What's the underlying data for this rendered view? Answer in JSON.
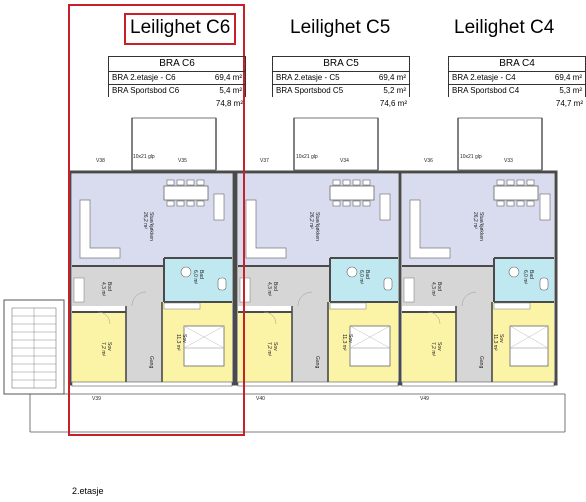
{
  "floor_label": "2.etasje",
  "units": [
    {
      "title": "Leilighet C6",
      "selected": true,
      "table": {
        "header": "BRA C6",
        "rows": [
          {
            "label": "BRA  2.etasje - C6",
            "value": "69,4 m²"
          },
          {
            "label": "BRA Sportsbod C6",
            "value": "5,4 m²"
          }
        ],
        "total": "74,8 m²"
      },
      "rooms": {
        "living": "Stue/kjøkken",
        "living_area": "26,2 m²",
        "bath": "Bad",
        "bath_area": "6,0 m²",
        "bed_main": "Sov",
        "bed_main_area": "11,3 m²",
        "bed_small": "Sov",
        "bed_small_area": "7,2 m²",
        "hall": "Gang",
        "entry": "Bod",
        "entry_area": "4,3 m²"
      },
      "windows": {
        "top_left": "V38",
        "top_right": "V35",
        "bottom": "V39",
        "door": "10x21 glp"
      }
    },
    {
      "title": "Leilighet C5",
      "selected": false,
      "table": {
        "header": "BRA C5",
        "rows": [
          {
            "label": "BRA  2.etasje - C5",
            "value": "69,4 m²"
          },
          {
            "label": "BRA Sportsbod C5",
            "value": "5,2 m²"
          }
        ],
        "total": "74,6 m²"
      },
      "rooms": {
        "living": "Stue/kjøkken",
        "living_area": "26,2 m²",
        "bath": "Bad",
        "bath_area": "6,0 m²",
        "bed_main": "Sov",
        "bed_main_area": "11,3 m²",
        "bed_small": "Sov",
        "bed_small_area": "7,2 m²",
        "hall": "Gang",
        "entry": "Bod",
        "entry_area": "4,3 m²"
      },
      "windows": {
        "top_left": "V37",
        "top_right": "V34",
        "bottom": "V40",
        "door": "10x21 glp"
      }
    },
    {
      "title": "Leilighet C4",
      "selected": false,
      "table": {
        "header": "BRA C4",
        "rows": [
          {
            "label": "BRA  2.etasje - C4",
            "value": "69,4 m²"
          },
          {
            "label": "BRA Sportsbod C4",
            "value": "5,3 m²"
          }
        ],
        "total": "74,7 m²"
      },
      "rooms": {
        "living": "Stue/kjøkken",
        "living_area": "26,2 m²",
        "bath": "Bad",
        "bath_area": "6,0 m²",
        "bed_main": "Sov",
        "bed_main_area": "11,3 m²",
        "bed_small": "Sov",
        "bed_small_area": "7,2 m²",
        "hall": "Gang",
        "entry": "Bod",
        "entry_area": "4,3 m²"
      },
      "windows": {
        "top_left": "V36",
        "top_right": "V33",
        "bottom": "V49",
        "door": "10x21 glp"
      }
    }
  ],
  "colors": {
    "living": "#d9dcef",
    "bath": "#bfe8f0",
    "bedroom": "#fbf3a6",
    "hall": "#d6d6d6",
    "wall": "#4a4a4a",
    "highlight": "#c8202a"
  }
}
